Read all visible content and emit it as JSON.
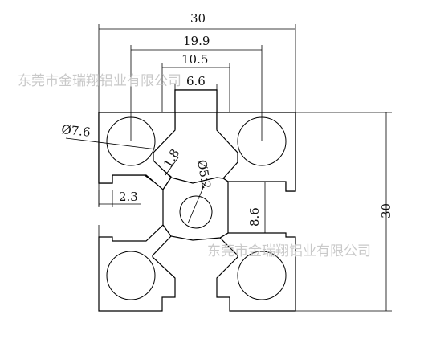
{
  "dimensions": {
    "overall_width": "30",
    "slot_outer": "19.9",
    "slot_mid": "10.5",
    "slot_opening": "6.6",
    "corner_hole_dia": "Ø7.6",
    "wall": "1.8",
    "center_hole_dia": "Ø5.2",
    "lip": "2.3",
    "slot_depth": "8.6",
    "overall_height": "30"
  },
  "watermarks": {
    "top": "东莞市金瑞翔铝业有限公司",
    "bottom": "东莞市金瑞翔铝业有限公司"
  }
}
